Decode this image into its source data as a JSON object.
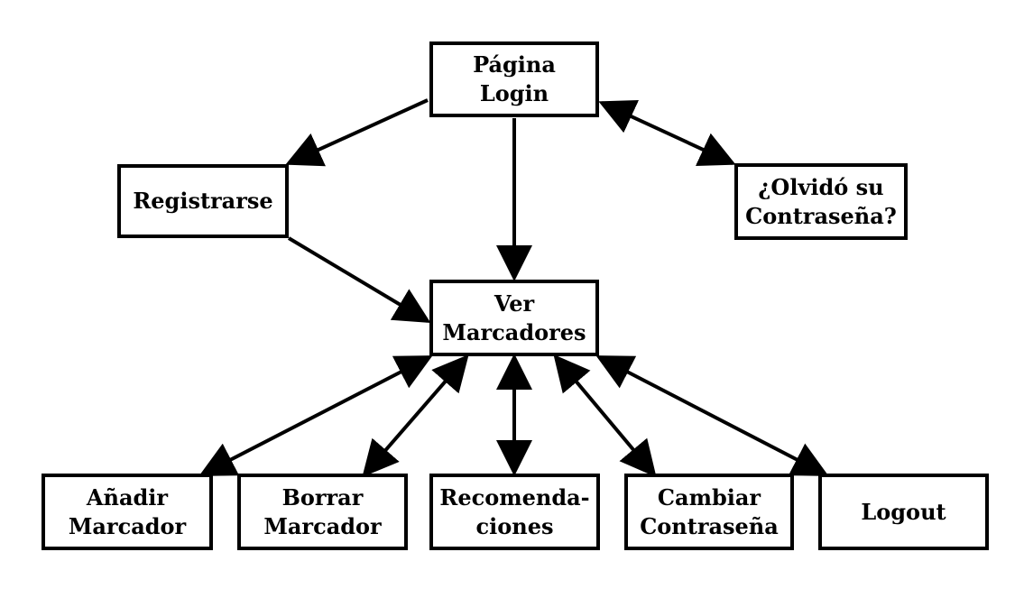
{
  "nodes": {
    "login": "Página\nLogin",
    "register": "Registrarse",
    "forgot_password": "¿Olvidó su\nContraseña?",
    "view_bookmarks": "Ver\nMarcadores",
    "add_bookmark": "Añadir\nMarcador",
    "delete_bookmark": "Borrar\nMarcador",
    "recommendations": "Recomenda-\nciones",
    "change_password": "Cambiar\nContraseña",
    "logout": "Logout"
  },
  "edges": [
    {
      "from": "login",
      "to": "register",
      "direction": "one-way"
    },
    {
      "from": "login",
      "to": "view_bookmarks",
      "direction": "one-way"
    },
    {
      "from": "login",
      "to": "forgot_password",
      "direction": "two-way"
    },
    {
      "from": "register",
      "to": "view_bookmarks",
      "direction": "one-way"
    },
    {
      "from": "view_bookmarks",
      "to": "add_bookmark",
      "direction": "two-way"
    },
    {
      "from": "view_bookmarks",
      "to": "delete_bookmark",
      "direction": "two-way"
    },
    {
      "from": "view_bookmarks",
      "to": "recommendations",
      "direction": "two-way"
    },
    {
      "from": "view_bookmarks",
      "to": "change_password",
      "direction": "two-way"
    },
    {
      "from": "view_bookmarks",
      "to": "logout",
      "direction": "two-way"
    }
  ],
  "colors": {
    "stroke": "#000000",
    "background": "#ffffff"
  }
}
